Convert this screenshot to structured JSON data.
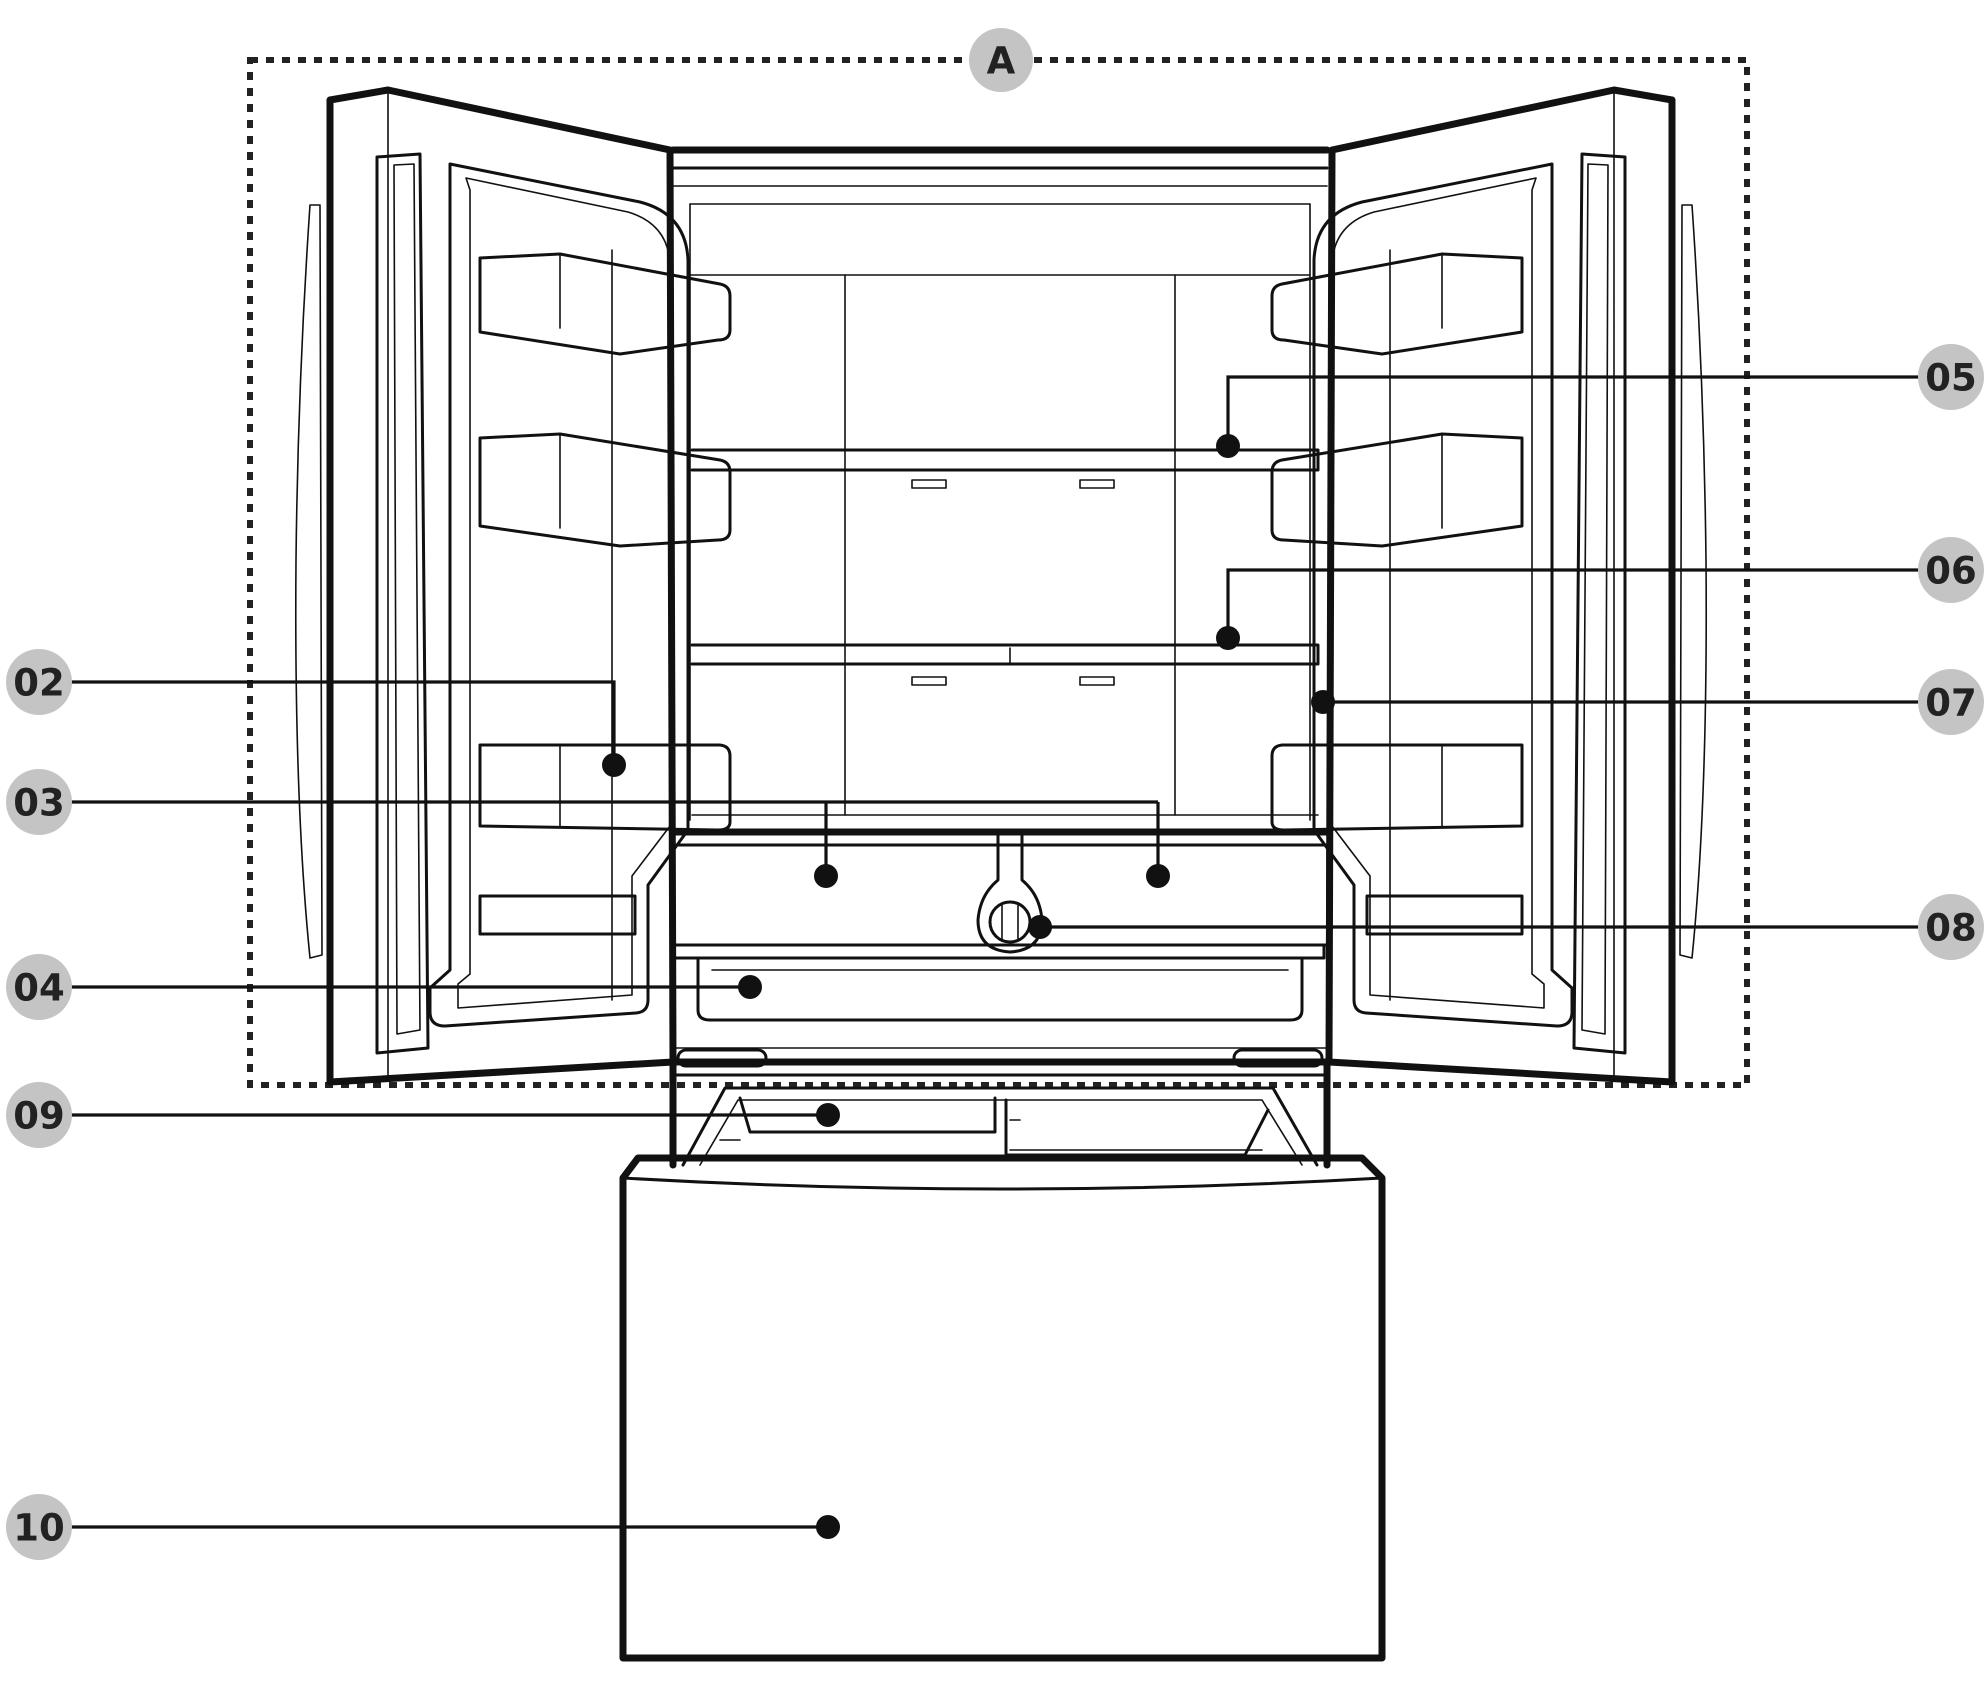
{
  "diagram": {
    "region_label": "A",
    "callouts": [
      {
        "id": "c02",
        "label": "02"
      },
      {
        "id": "c03",
        "label": "03"
      },
      {
        "id": "c04",
        "label": "04"
      },
      {
        "id": "c05",
        "label": "05"
      },
      {
        "id": "c06",
        "label": "06"
      },
      {
        "id": "c07",
        "label": "07"
      },
      {
        "id": "c08",
        "label": "08"
      },
      {
        "id": "c09",
        "label": "09"
      },
      {
        "id": "c10",
        "label": "10"
      }
    ]
  }
}
